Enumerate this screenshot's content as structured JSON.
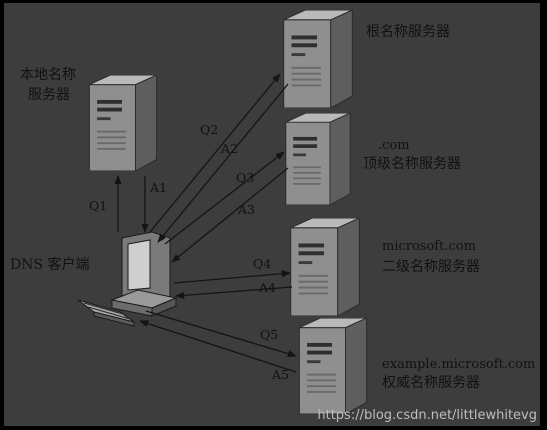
{
  "local_server": {
    "line1": "本地名称",
    "line2": "服务器"
  },
  "client": {
    "label": "DNS 客户端"
  },
  "root_server": {
    "label": "根名称服务器"
  },
  "com_server": {
    "line1": ".com",
    "line2": "顶级名称服务器"
  },
  "microsoft_server": {
    "line1": "microsoft.com",
    "line2": "二级名称服务器"
  },
  "example_server": {
    "line1": "example.microsoft.com",
    "line2": "权威名称服务器"
  },
  "arrows": {
    "q1": "Q1",
    "a1": "A1",
    "q2": "Q2",
    "a2": "A2",
    "q3": "Q3",
    "a3": "A3",
    "q4": "Q4",
    "a4": "A4",
    "q5": "Q5",
    "a5": "A5"
  },
  "watermark": "https://blog.csdn.net/littlewhitevg",
  "colors": {
    "background": "#3d3d3d",
    "server_front": "#8f8f8f",
    "server_side": "#5e5e5e",
    "server_top": "#b9b9b9",
    "line": "#141414"
  }
}
